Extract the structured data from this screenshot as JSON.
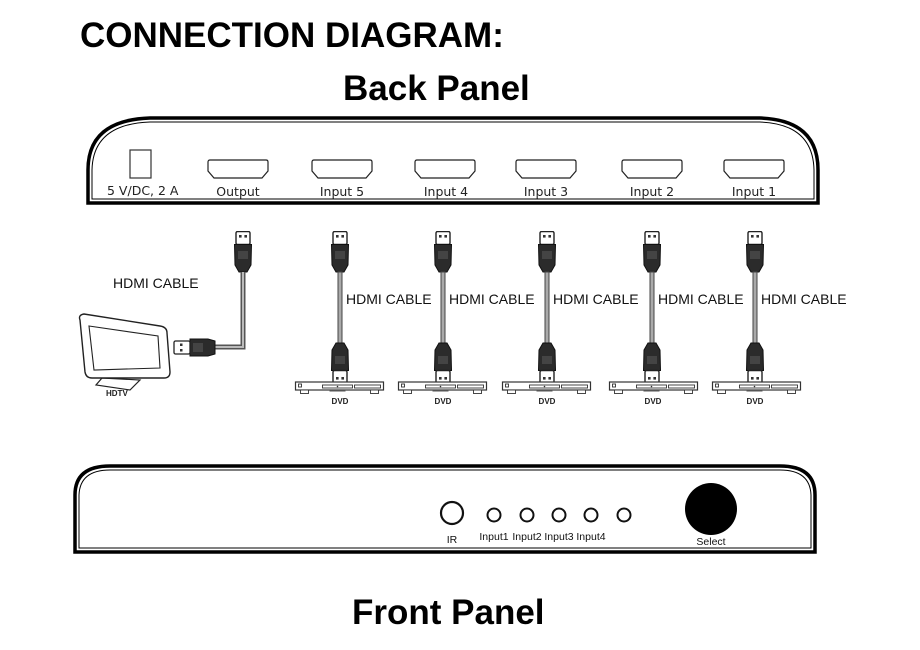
{
  "page": {
    "title": "CONNECTION DIAGRAM:",
    "back_panel_heading": "Back Panel",
    "front_panel_heading": "Front Panel"
  },
  "back_panel": {
    "power_label": "5 V/DC, 2 A",
    "ports": [
      {
        "label": "Output"
      },
      {
        "label": "Input 5"
      },
      {
        "label": "Input 4"
      },
      {
        "label": "Input 3"
      },
      {
        "label": "Input 2"
      },
      {
        "label": "Input 1"
      }
    ]
  },
  "connections": {
    "tv_cable_label": "HDMI CABLE",
    "tv_label": "HDTV",
    "sources": [
      {
        "cable_label": "HDMI CABLE",
        "device_label": "DVD"
      },
      {
        "cable_label": "HDMI CABLE",
        "device_label": "DVD"
      },
      {
        "cable_label": "HDMI CABLE",
        "device_label": "DVD"
      },
      {
        "cable_label": "HDMI CABLE",
        "device_label": "DVD"
      },
      {
        "cable_label": "HDMI CABLE",
        "device_label": "DVD"
      }
    ]
  },
  "front_panel": {
    "ir_label": "IR",
    "leds": [
      {
        "label": "Input1"
      },
      {
        "label": "Input2"
      },
      {
        "label": "Input3"
      },
      {
        "label": "Input4"
      },
      {
        "label": ""
      }
    ],
    "select_label": "Select"
  }
}
